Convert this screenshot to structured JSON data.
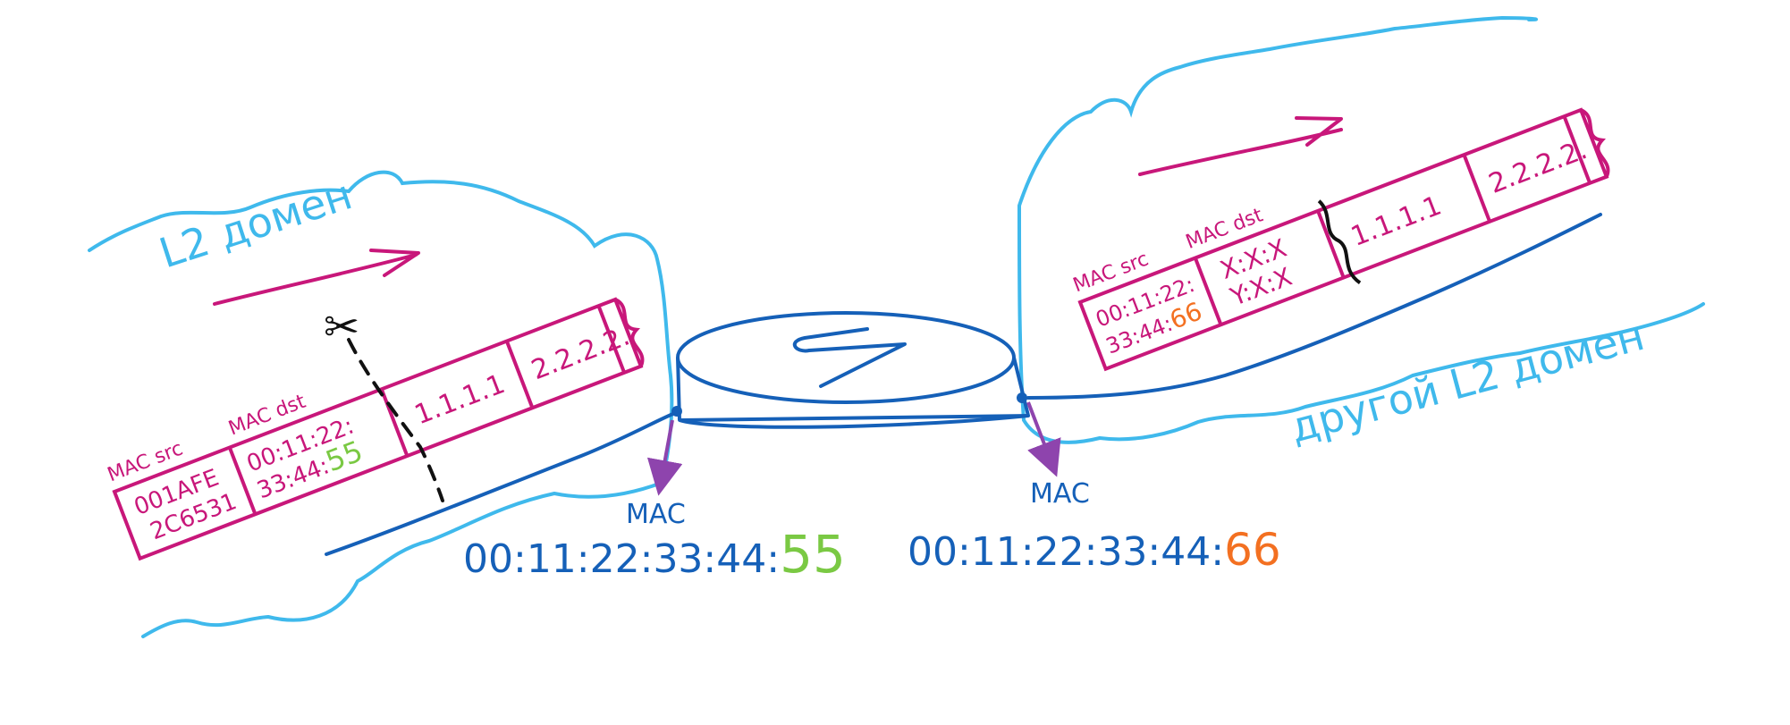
{
  "colors": {
    "cloud": "#3fb9ec",
    "wire": "#1560b8",
    "frame": "#c8177a",
    "arrow": "#8e44ad",
    "accent_left": "#7ac943",
    "accent_right": "#f37021",
    "mark": "#111111"
  },
  "left_domain": {
    "label": "L2 домен",
    "frame": {
      "src_header": "MAC src",
      "src_line1": "001AFE",
      "src_line2": "2C6531",
      "dst_header": "MAC dst",
      "dst_line1": "00:11:22:",
      "dst_line2_prefix": "33:44:",
      "dst_line2_accent": "55",
      "ip1": "1.1.1.1",
      "ip2": "2.2.2.2."
    },
    "cut_icon": "scissors-icon"
  },
  "right_domain": {
    "label": "другой L2 домен",
    "frame": {
      "src_header": "MAC src",
      "src_line1": "00:11:22:",
      "src_line2_prefix": "33:44:",
      "src_line2_accent": "66",
      "dst_header": "MAC dst",
      "dst_line1": "X:X:X",
      "dst_line2": "Y:X:X",
      "ip1": "1.1.1.1",
      "ip2": "2.2.2.2."
    }
  },
  "router": {
    "icon": "router-icon"
  },
  "left_port": {
    "label": "MAC",
    "mac_prefix": "00:11:22:33:44:",
    "mac_accent": "55"
  },
  "right_port": {
    "label": "MAC",
    "mac_prefix": "00:11:22:33:44:",
    "mac_accent": "66"
  }
}
